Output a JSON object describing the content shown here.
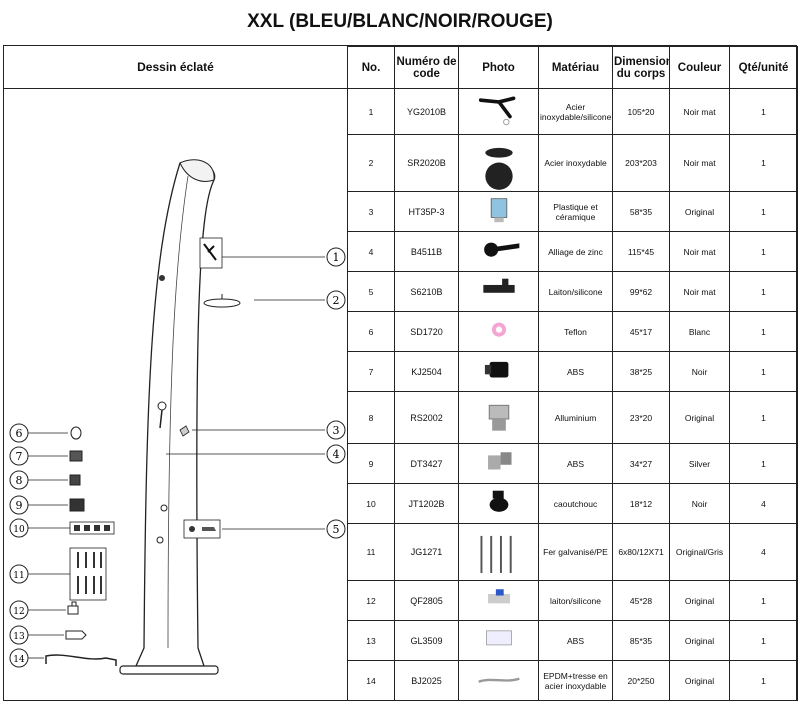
{
  "title": "XXL (BLEU/BLANC/NOIR/ROUGE)",
  "left_header": "Dessin éclaté",
  "headers": {
    "no": "No.",
    "code": "Numéro de code",
    "photo": "Photo",
    "material": "Matériau",
    "dims": "Dimensions du corps",
    "color": "Couleur",
    "qty": "Qté/unité"
  },
  "callouts": [
    "1",
    "2",
    "3",
    "4",
    "5",
    "6",
    "7",
    "8",
    "9",
    "10",
    "11",
    "12",
    "13",
    "14"
  ],
  "rows": [
    {
      "no": "1",
      "code": "YG2010B",
      "material": "Acier inoxydable/silicone",
      "dims": "105*20",
      "color": "Noir mat",
      "qty": "1"
    },
    {
      "no": "2",
      "code": "SR2020B",
      "material": "Acier inoxydable",
      "dims": "203*203",
      "color": "Noir mat",
      "qty": "1"
    },
    {
      "no": "3",
      "code": "HT35P-3",
      "material": "Plastique et céramique",
      "dims": "58*35",
      "color": "Original",
      "qty": "1"
    },
    {
      "no": "4",
      "code": "B4511B",
      "material": "Alliage de zinc",
      "dims": "115*45",
      "color": "Noir mat",
      "qty": "1"
    },
    {
      "no": "5",
      "code": "S6210B",
      "material": "Laiton/silicone",
      "dims": "99*62",
      "color": "Noir mat",
      "qty": "1"
    },
    {
      "no": "6",
      "code": "SD1720",
      "material": "Teflon",
      "dims": "45*17",
      "color": "Blanc",
      "qty": "1"
    },
    {
      "no": "7",
      "code": "KJ2504",
      "material": "ABS",
      "dims": "38*25",
      "color": "Noir",
      "qty": "1"
    },
    {
      "no": "8",
      "code": "RS2002",
      "material": "Alluminium",
      "dims": "23*20",
      "color": "Original",
      "qty": "1"
    },
    {
      "no": "9",
      "code": "DT3427",
      "material": "ABS",
      "dims": "34*27",
      "color": "Silver",
      "qty": "1"
    },
    {
      "no": "10",
      "code": "JT1202B",
      "material": "caoutchouc",
      "dims": "18*12",
      "color": "Noir",
      "qty": "4"
    },
    {
      "no": "11",
      "code": "JG1271",
      "material": "Fer galvanisé/PE",
      "dims": "6x80/12X71",
      "color": "Original/Gris",
      "qty": "4"
    },
    {
      "no": "12",
      "code": "QF2805",
      "material": "laiton/silicone",
      "dims": "45*28",
      "color": "Original",
      "qty": "1"
    },
    {
      "no": "13",
      "code": "GL3509",
      "material": "ABS",
      "dims": "85*35",
      "color": "Original",
      "qty": "1"
    },
    {
      "no": "14",
      "code": "BJ2025",
      "material": "EPDM+tresse en acier inoxydable",
      "dims": "20*250",
      "color": "Original",
      "qty": "1"
    }
  ],
  "icons": [
    "shower-arm-photo",
    "shower-head-photo",
    "cartridge-photo",
    "lever-handle-photo",
    "valve-photo",
    "teflon-tape-photo",
    "hose-connector-photo",
    "adapter-photo",
    "knob-photo",
    "rubber-cap-photo",
    "wall-plugs-photo",
    "ball-valve-photo",
    "filter-photo",
    "braided-hose-photo"
  ]
}
